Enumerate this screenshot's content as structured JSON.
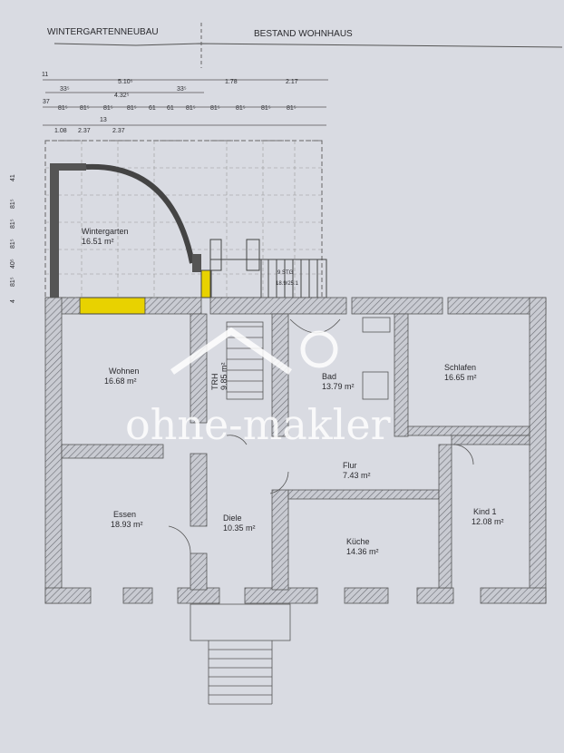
{
  "header": {
    "left_title": "WINTERGARTENNEUBAU",
    "right_title": "BESTAND WOHNHAUS"
  },
  "dimensions": {
    "row1": [
      "11",
      "5.10⁵",
      "1.78",
      "2.17"
    ],
    "row2": [
      "33⁵",
      "4.32⁵",
      "33⁵"
    ],
    "row3": [
      "37",
      "81⁵",
      "81⁵",
      "81⁵",
      "81⁵",
      "61",
      "61",
      "81⁵",
      "81⁵",
      "81⁵",
      "81⁵",
      "81⁵"
    ],
    "row4": [
      "1.08",
      "2.37",
      "13",
      "2.37"
    ],
    "left_side": [
      "41",
      "81⁵",
      "81⁵",
      "81⁵",
      "40⁵",
      "81⁵",
      "4"
    ]
  },
  "stair_note": [
    "9 STG",
    "18.9/25.1"
  ],
  "rooms": [
    {
      "name": "Wintergarten",
      "area": "16.51 m²"
    },
    {
      "name": "Wohnen",
      "area": "16.68 m²"
    },
    {
      "name": "TRH",
      "area": "9.85 m²"
    },
    {
      "name": "Bad",
      "area": "13.79 m²"
    },
    {
      "name": "Schlafen",
      "area": "16.65 m²"
    },
    {
      "name": "Flur",
      "area": "7.43 m²"
    },
    {
      "name": "Essen",
      "area": "18.93 m²"
    },
    {
      "name": "Diele",
      "area": "10.35 m²"
    },
    {
      "name": "Küche",
      "area": "14.36 m²"
    },
    {
      "name": "Kind 1",
      "area": "12.08 m²"
    }
  ],
  "watermark": "ohne-makler",
  "colors": {
    "paper": "#d9dbe2",
    "wall_hatch": "#6b6d74",
    "highlight": "#e8d200",
    "watermark": "#ffffff"
  }
}
